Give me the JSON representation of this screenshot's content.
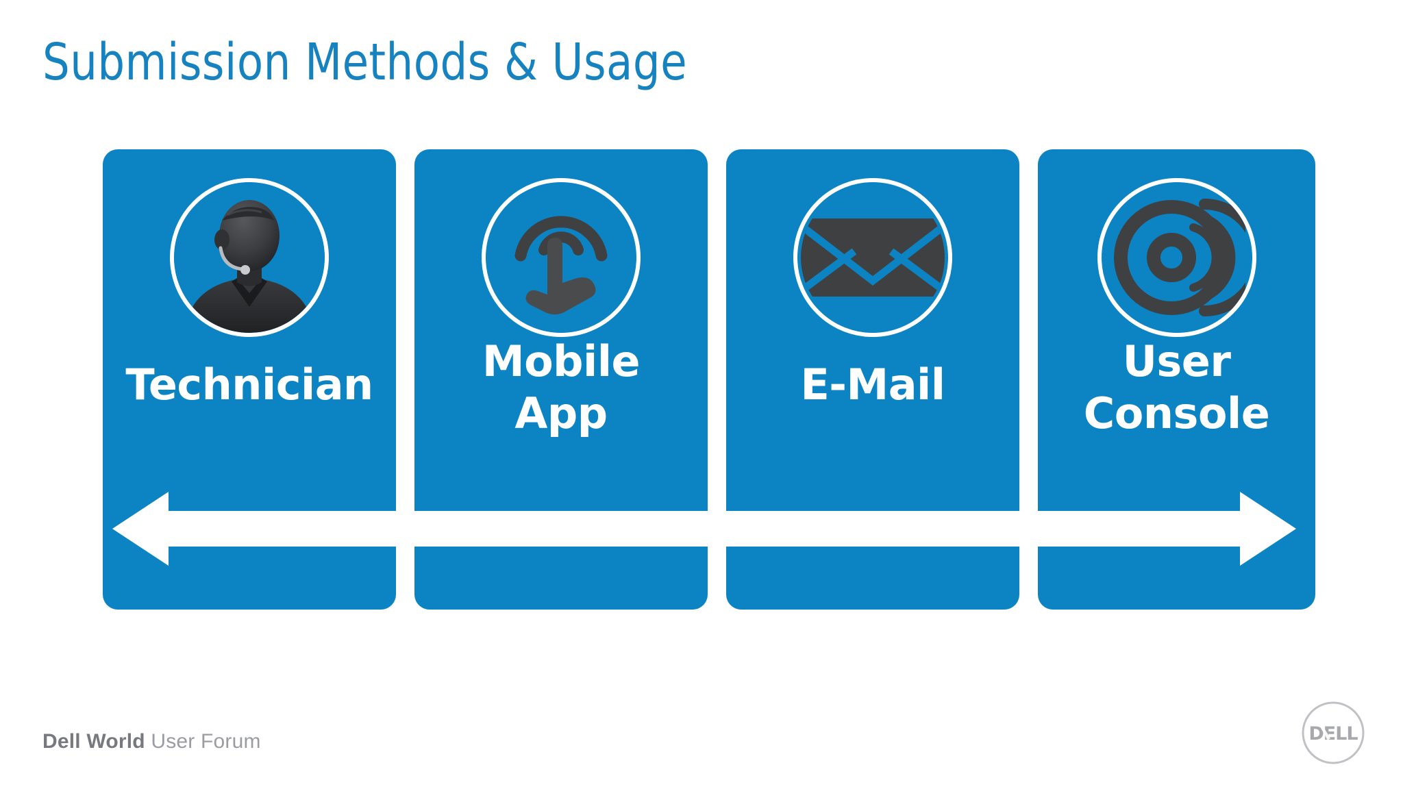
{
  "slide": {
    "title": "Submission Methods & Usage",
    "title_color": "#1683c0",
    "background": "#ffffff",
    "card_color": "#0c84c4",
    "icon_color": "#3f4042",
    "arrow_color": "#ffffff"
  },
  "cards": [
    {
      "id": "technician",
      "label": "Technician",
      "icon": "technician-headset-icon",
      "lines": 1
    },
    {
      "id": "mobile-app",
      "label": "Mobile\nApp",
      "icon": "tap-hand-icon",
      "lines": 2
    },
    {
      "id": "email",
      "label": "E-Mail",
      "icon": "envelope-icon",
      "lines": 1
    },
    {
      "id": "user-console",
      "label": "User\nConsole",
      "icon": "disc-stack-icon",
      "lines": 2
    }
  ],
  "arrow": {
    "name": "double-headed-arrow",
    "direction": "both"
  },
  "footer": {
    "brand": "Dell World",
    "suffix": " User Forum",
    "logo_text": "DELL"
  }
}
